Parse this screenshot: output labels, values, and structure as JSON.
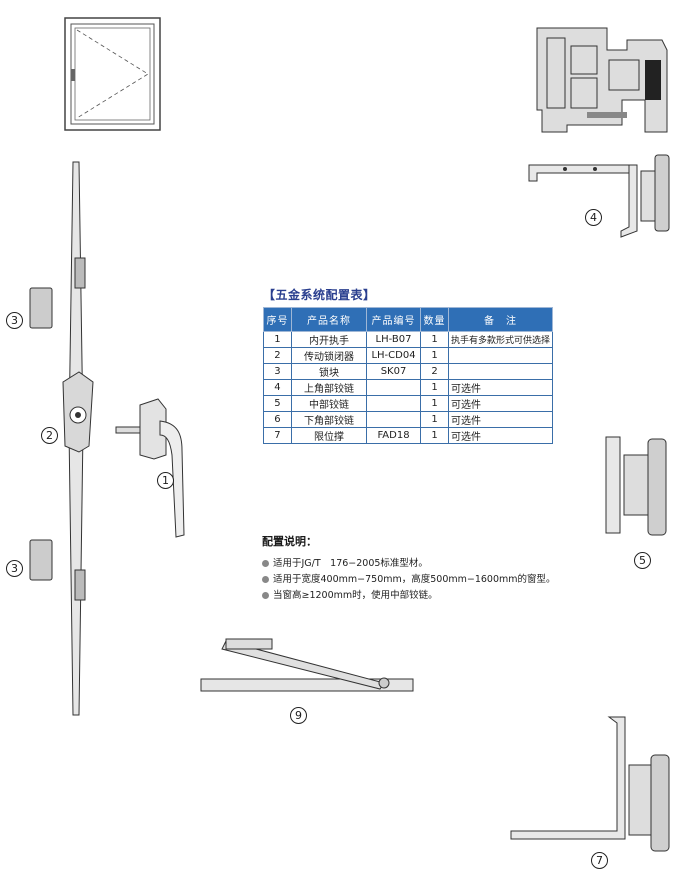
{
  "table": {
    "title": "【五金系统配置表】",
    "headers": [
      "序号",
      "产品名称",
      "产品编号",
      "数量",
      "备　注"
    ],
    "rows": [
      [
        "1",
        "内开执手",
        "LH-B07",
        "1",
        "执手有多款形式可供选择"
      ],
      [
        "2",
        "传动锁闭器",
        "LH-CD04",
        "1",
        ""
      ],
      [
        "3",
        "锁块",
        "SK07",
        "2",
        ""
      ],
      [
        "4",
        "上角部铰链",
        "",
        "1",
        "可选件"
      ],
      [
        "5",
        "中部铰链",
        "",
        "1",
        "可选件"
      ],
      [
        "6",
        "下角部铰链",
        "",
        "1",
        "可选件"
      ],
      [
        "7",
        "限位撑",
        "FAD18",
        "1",
        "可选件"
      ]
    ]
  },
  "notes": {
    "title": "配置说明：",
    "items": [
      "适用于JG/T　176−2005标准型材。",
      "适用于宽度400mm−750mm，高度500mm−1600mm的窗型。",
      "当窗高≥1200mm时，使用中部铰链。"
    ]
  },
  "labels": {
    "n1": "1",
    "n2": "2",
    "n3a": "3",
    "n3b": "3",
    "n4": "4",
    "n5": "5",
    "n7": "7",
    "n9": "9"
  }
}
